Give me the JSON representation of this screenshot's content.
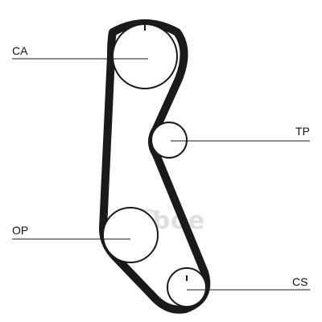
{
  "labels": {
    "camshaft": "CA",
    "tensioner": "TP",
    "oil_pump": "OP",
    "crankshaft": "CS"
  },
  "watermark": {
    "text": "oboe"
  },
  "colors": {
    "belt": "#1a1a1a",
    "pulley": "#1a1a1a",
    "leader": "#1a1a1a",
    "label": "#111111",
    "watermark": "#dcdcdc"
  }
}
